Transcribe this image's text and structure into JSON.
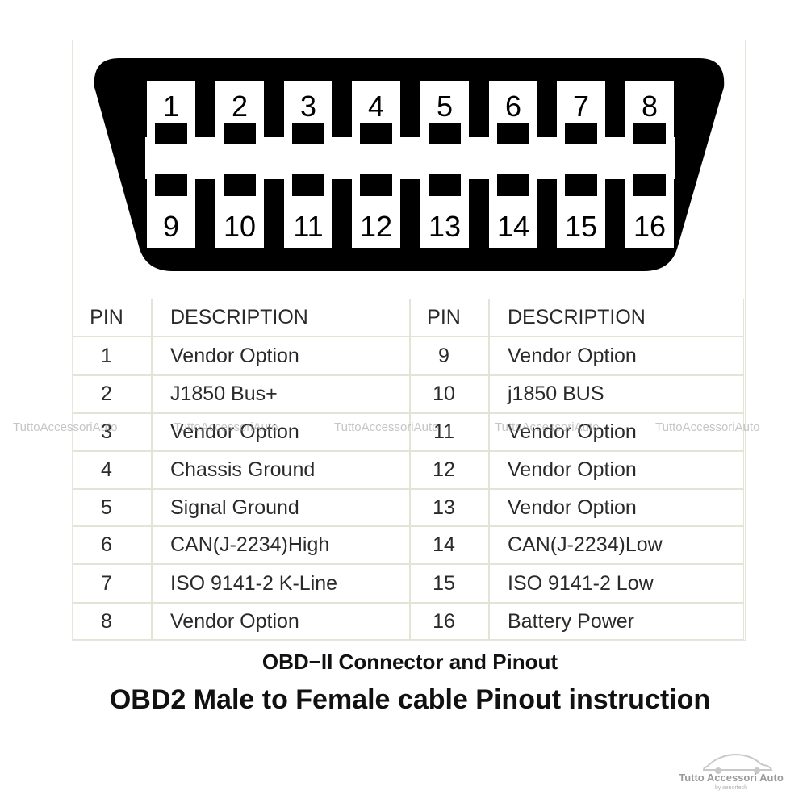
{
  "connector": {
    "top_pins": [
      "1",
      "2",
      "3",
      "4",
      "5",
      "6",
      "7",
      "8"
    ],
    "bottom_pins": [
      "9",
      "10",
      "11",
      "12",
      "13",
      "14",
      "15",
      "16"
    ]
  },
  "table": {
    "headers": {
      "pin": "PIN",
      "description": "DESCRIPTION"
    },
    "left_rows": [
      {
        "pin": "1",
        "desc": "Vendor Option"
      },
      {
        "pin": "2",
        "desc": "J1850 Bus+"
      },
      {
        "pin": "3",
        "desc": "Vendor Option"
      },
      {
        "pin": "4",
        "desc": "Chassis Ground"
      },
      {
        "pin": "5",
        "desc": "Signal Ground"
      },
      {
        "pin": "6",
        "desc": "CAN(J-2234)High"
      },
      {
        "pin": "7",
        "desc": "ISO 9141-2 K-Line"
      },
      {
        "pin": "8",
        "desc": "Vendor Option"
      }
    ],
    "right_rows": [
      {
        "pin": "9",
        "desc": "Vendor Option"
      },
      {
        "pin": "10",
        "desc": "j1850 BUS"
      },
      {
        "pin": "11",
        "desc": "Vendor Option"
      },
      {
        "pin": "12",
        "desc": "Vendor Option"
      },
      {
        "pin": "13",
        "desc": "Vendor Option"
      },
      {
        "pin": "14",
        "desc": "CAN(J-2234)Low"
      },
      {
        "pin": "15",
        "desc": "ISO 9141-2  Low"
      },
      {
        "pin": "16",
        "desc": "Battery Power"
      }
    ]
  },
  "watermark": "TuttoAccessoriAuto",
  "caption": "OBD−II Connector and Pinout",
  "subtitle": "OBD2 Male to Female cable Pinout instruction",
  "brand": {
    "name": "Tutto Accessori Auto",
    "tagline": "by senortech"
  },
  "colors": {
    "connector": "#000000",
    "grid": "#e3e3d6",
    "watermark": "#969696"
  }
}
